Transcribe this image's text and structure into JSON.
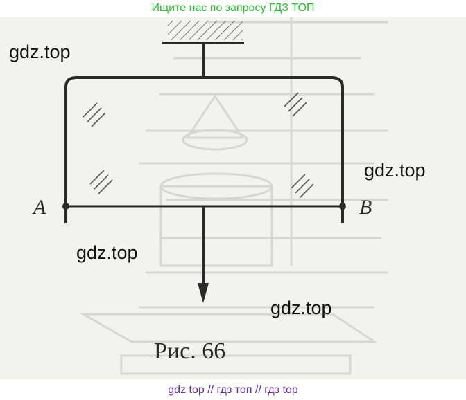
{
  "top_banner": {
    "text": "Ищите нас по запросу ГДЗ ТОП",
    "color": "#22c02a"
  },
  "figure": {
    "label_a": "A",
    "label_b": "B",
    "caption": "Рис. 66"
  },
  "watermarks": [
    "gdz.top",
    "gdz.top",
    "gdz.top",
    "gdz.top"
  ],
  "bottom_banner": {
    "text": "gdz top  //  гдз топ  //  гдз top",
    "color": "#6a2a9a"
  }
}
